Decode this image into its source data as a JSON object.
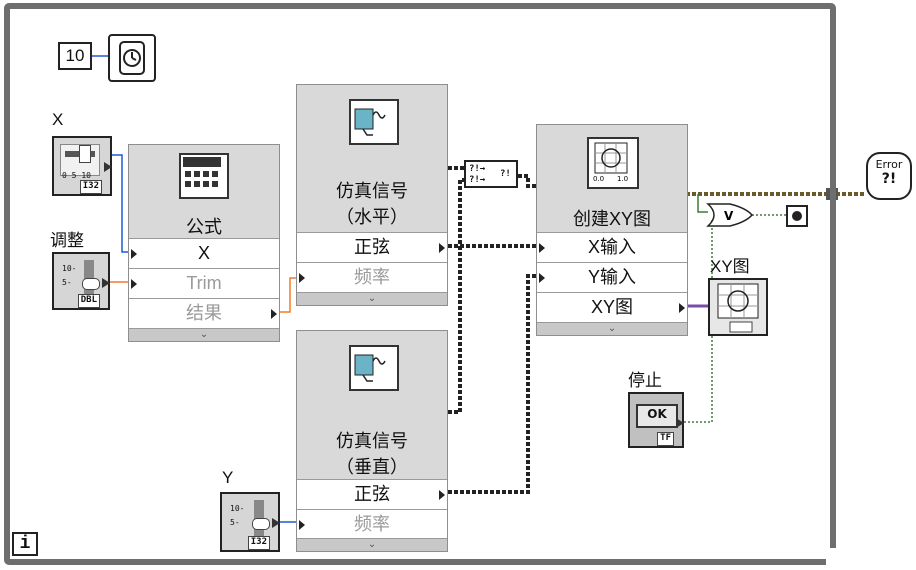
{
  "loop": {
    "count_constant": "10",
    "index_terminal": "i"
  },
  "controls": {
    "x": {
      "label": "X",
      "type_tag": "I32",
      "scale_ticks": [
        "0",
        "5",
        "10"
      ]
    },
    "adjust": {
      "label": "调整",
      "type_tag": "DBL",
      "scale_ticks": [
        "10-",
        "5-"
      ]
    },
    "y": {
      "label": "Y",
      "type_tag": "I32",
      "scale_ticks": [
        "10-",
        "5-"
      ]
    },
    "stop": {
      "label": "停止",
      "button_text": "OK",
      "type_tag": "TF"
    }
  },
  "formula_node": {
    "title": "公式",
    "rows": [
      "X",
      "Trim",
      "结果"
    ]
  },
  "sim_horizontal": {
    "title_line1": "仿真信号",
    "title_line2": "（水平）",
    "rows": [
      "正弦",
      "频率"
    ]
  },
  "sim_vertical": {
    "title_line1": "仿真信号",
    "title_line2": "（垂直）",
    "rows": [
      "正弦",
      "频率"
    ]
  },
  "build_xy": {
    "title": "创建XY图",
    "rows": [
      "X输入",
      "Y输入",
      "XY图"
    ]
  },
  "xy_graph": {
    "label": "XY图"
  },
  "error_handler": {
    "line1": "Error",
    "line2": "?!"
  },
  "icons": {
    "wait": "wait-ms-icon",
    "formula": "formula-icon",
    "simulate": "simulate-signal-icon",
    "build_xy": "build-xy-graph-icon",
    "or": "or-gate-icon",
    "error": "error-handler-icon"
  },
  "colors": {
    "frame": "#6e6e6e",
    "node_bg": "#d9d9d9",
    "wire_dynamic": "#1e1e1e",
    "wire_boolean": "#3a7d3a"
  }
}
